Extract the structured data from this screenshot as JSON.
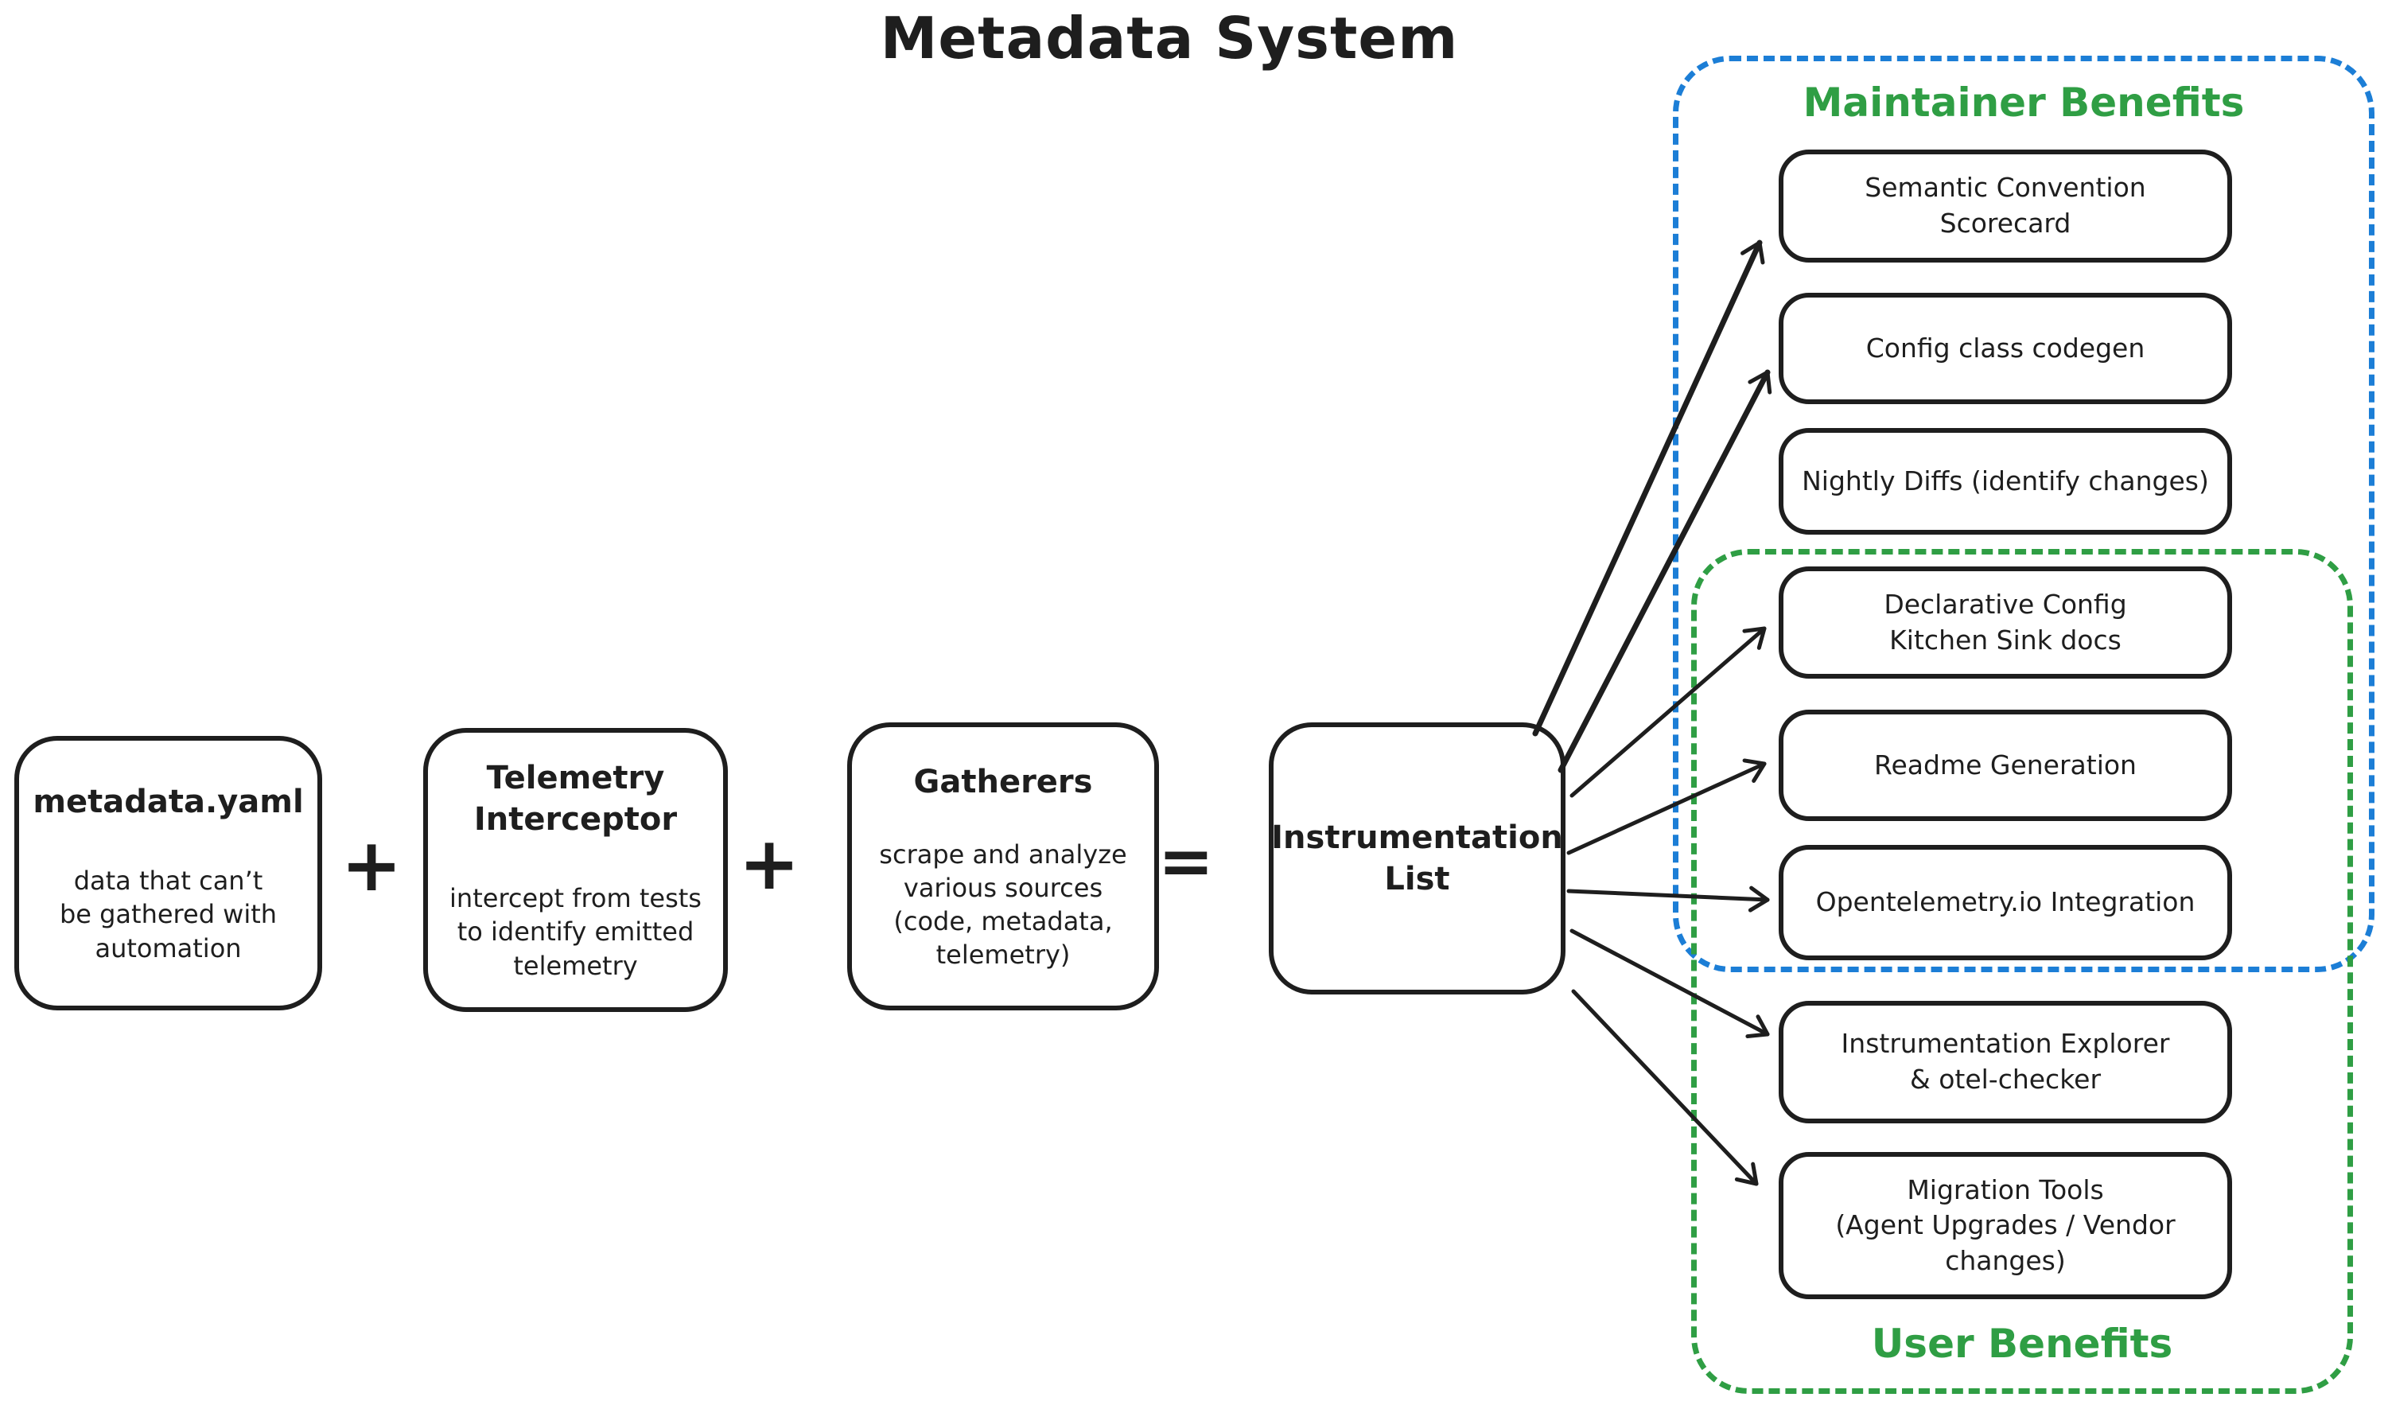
{
  "title": "Metadata System",
  "colors": {
    "ink": "#1e1e1e",
    "maintainer_border": "#1c7ed6",
    "user_border": "#2f9e44",
    "group_label_text": "#2f9e44",
    "background": "#ffffff"
  },
  "flow": {
    "boxes": [
      {
        "title": "metadata.yaml",
        "body": "data that can’t\nbe gathered with\nautomation"
      },
      {
        "title": "Telemetry\nInterceptor",
        "body": "intercept from tests\nto identify emitted\ntelemetry"
      },
      {
        "title": "Gatherers",
        "body": "scrape and analyze\nvarious sources\n(code, metadata,\ntelemetry)"
      }
    ],
    "op_plus": "+",
    "op_equals": "=",
    "result": {
      "title": "Instrumentation\nList"
    }
  },
  "groups": {
    "maintainer": {
      "label": "Maintainer Benefits"
    },
    "user": {
      "label": "User Benefits"
    }
  },
  "benefits": [
    {
      "label": "Semantic Convention\nScorecard",
      "group": "maintainer"
    },
    {
      "label": "Config class codegen",
      "group": "maintainer"
    },
    {
      "label": "Nightly Diffs (identify changes)",
      "group": "maintainer"
    },
    {
      "label": "Declarative Config\nKitchen Sink docs",
      "group": "maintainer + user"
    },
    {
      "label": "Readme Generation",
      "group": "maintainer + user"
    },
    {
      "label": "Opentelemetry.io Integration",
      "group": "maintainer + user"
    },
    {
      "label": "Instrumentation Explorer\n& otel-checker",
      "group": "user"
    },
    {
      "label": "Migration Tools\n(Agent Upgrades / Vendor changes)",
      "group": "user"
    }
  ]
}
